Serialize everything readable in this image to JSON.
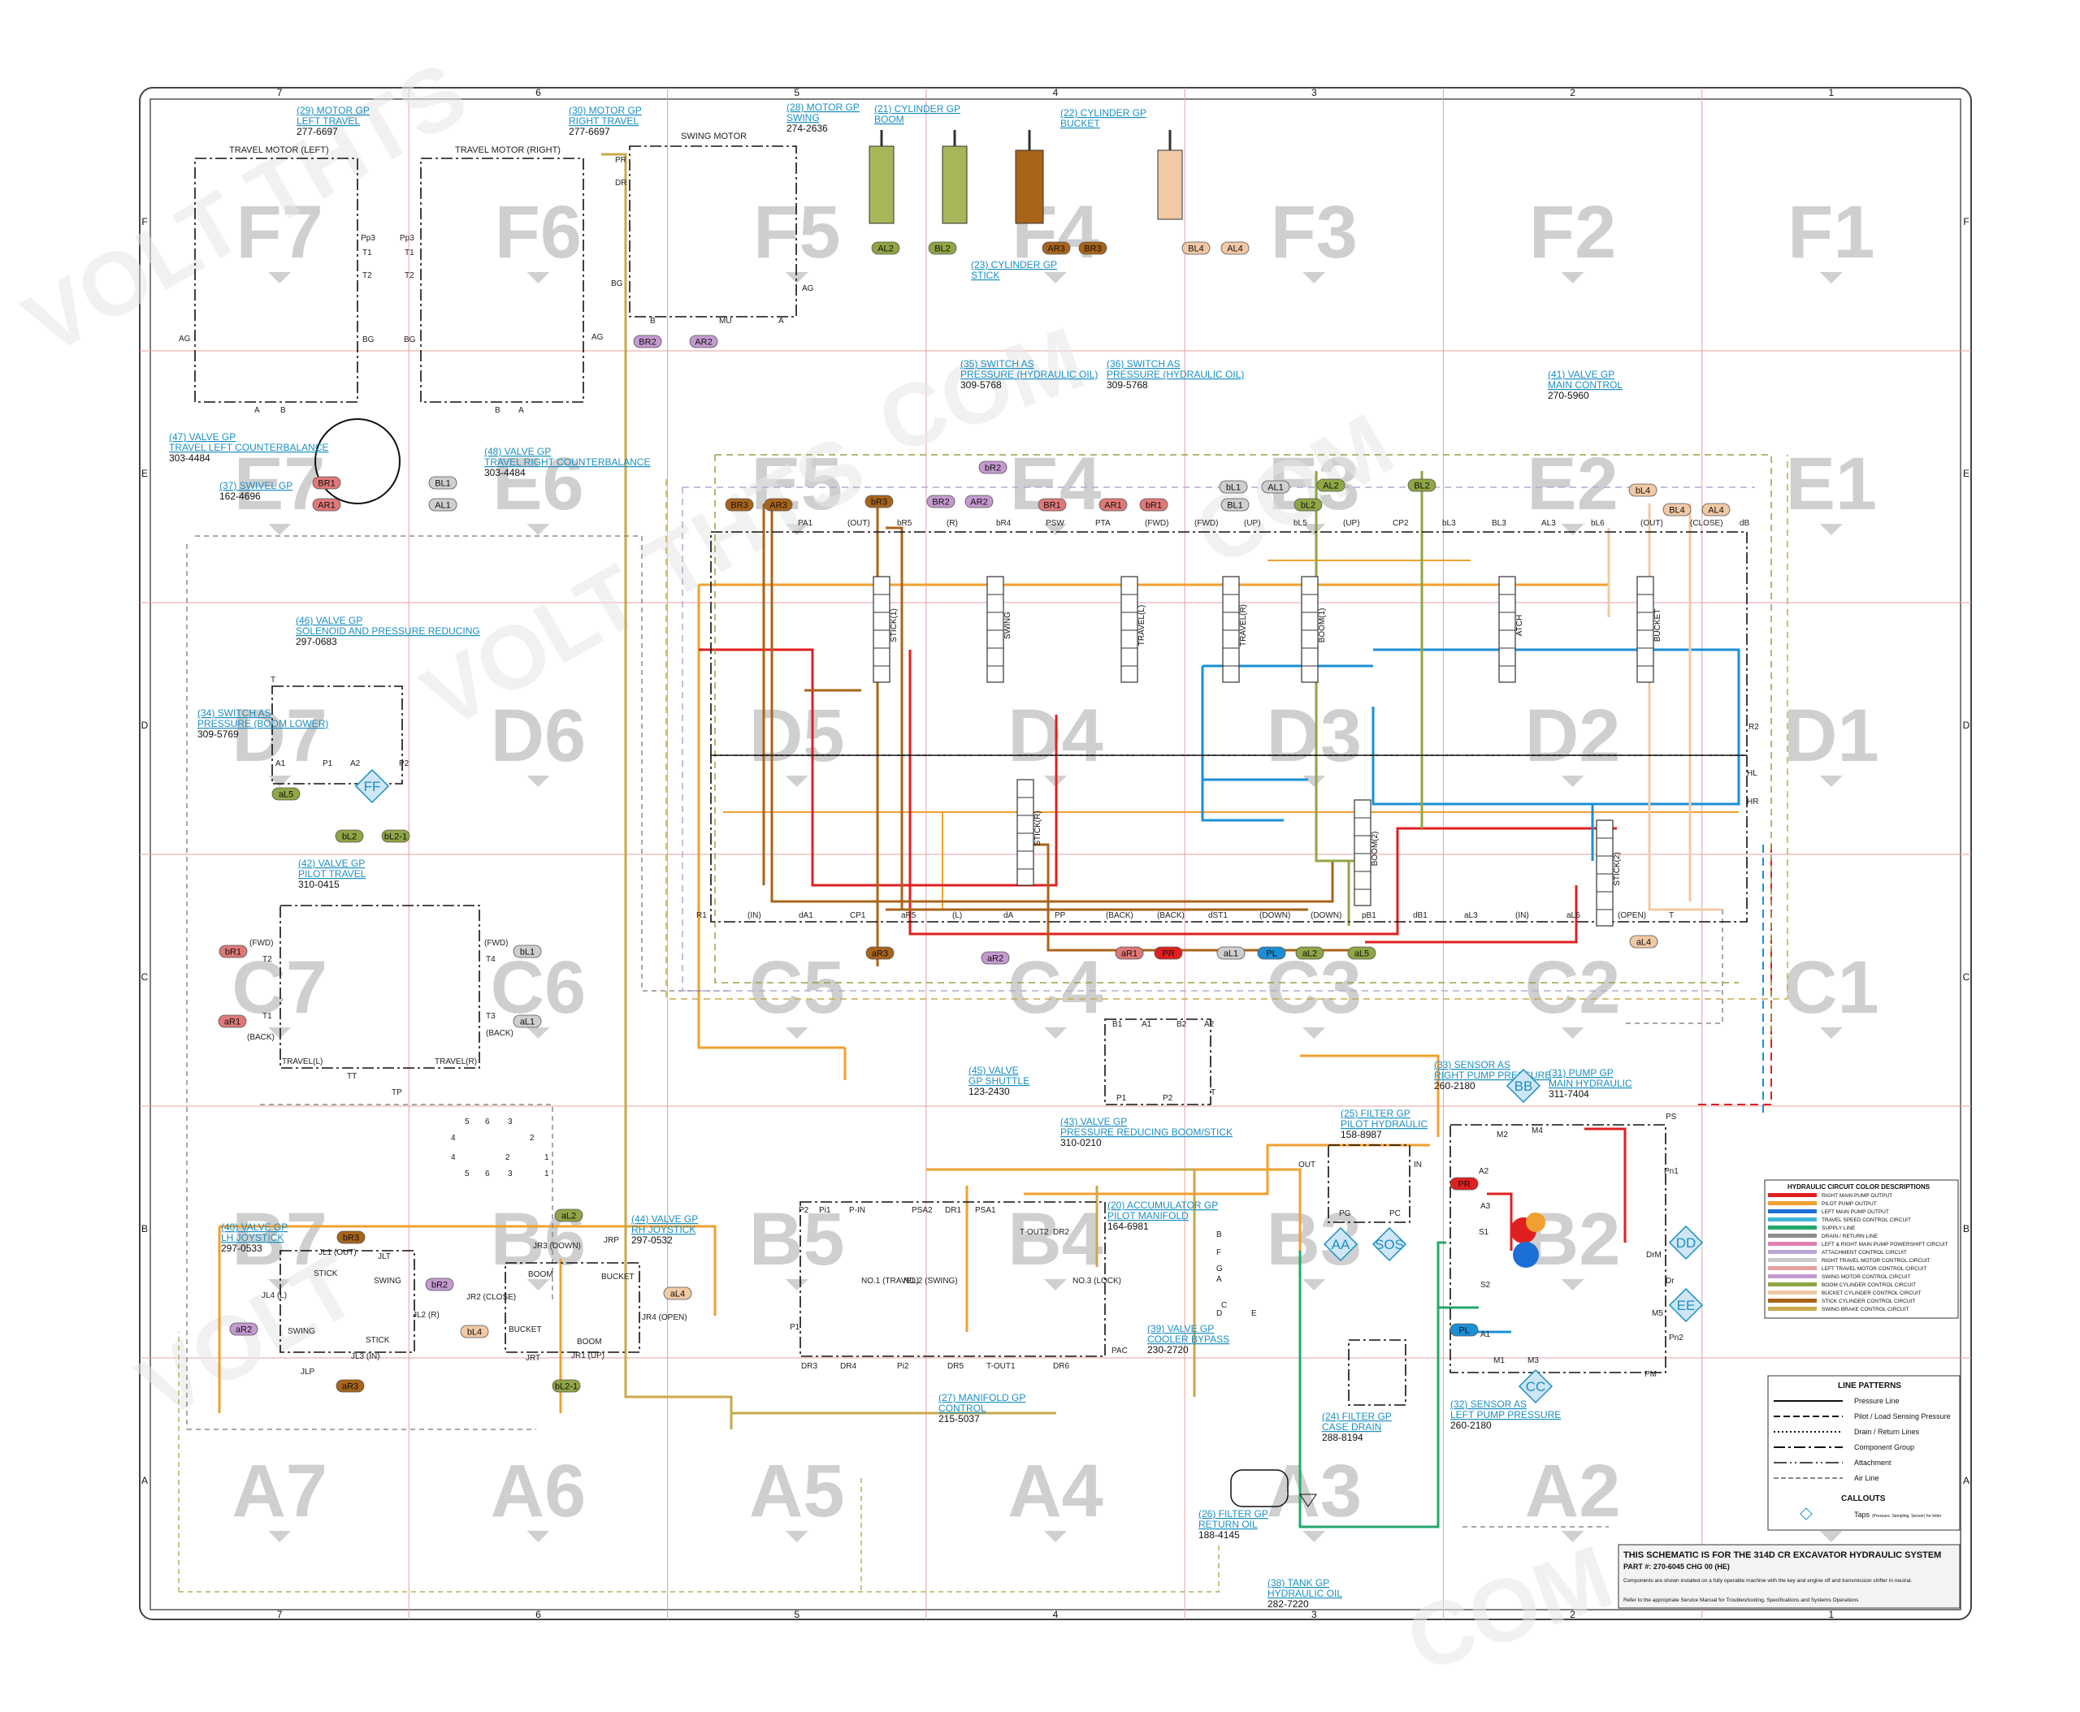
{
  "frame": {
    "columns": [
      "7",
      "6",
      "5",
      "4",
      "3",
      "2",
      "1"
    ],
    "rows": [
      "F",
      "E",
      "D",
      "C",
      "B",
      "A"
    ],
    "zones": [
      "F7",
      "F6",
      "F5",
      "F4",
      "F3",
      "F2",
      "F1",
      "E7",
      "E6",
      "E5",
      "E4",
      "E3",
      "E2",
      "E1",
      "D7",
      "D6",
      "D5",
      "D4",
      "D3",
      "D2",
      "D1",
      "C7",
      "C6",
      "C5",
      "C4",
      "C3",
      "C2",
      "C1",
      "B7",
      "B6",
      "B5",
      "B4",
      "B3",
      "B2",
      "B1",
      "A7",
      "A6",
      "A5",
      "A4",
      "A3",
      "A2",
      "A1"
    ]
  },
  "watermark": [
    "VOLT THTS",
    "COM",
    "VOLT THTS",
    "COM",
    "VOLT",
    "COM"
  ],
  "components": [
    {
      "ref": "(29) MOTOR GP",
      "sub": "LEFT TRAVEL",
      "pn": "277-6697"
    },
    {
      "ref": "(30) MOTOR GP",
      "sub": "RIGHT TRAVEL",
      "pn": "277-6697"
    },
    {
      "ref": "(28) MOTOR GP",
      "sub": "SWING",
      "pn": "274-2636"
    },
    {
      "ref": "(21) CYLINDER GP",
      "sub": "BOOM",
      "pn": ""
    },
    {
      "ref": "(22) CYLINDER GP",
      "sub": "BUCKET",
      "pn": ""
    },
    {
      "ref": "(23) CYLINDER GP",
      "sub": "STICK",
      "pn": ""
    },
    {
      "ref": "(35) SWITCH AS",
      "sub": "PRESSURE (HYDRAULIC OIL)",
      "pn": "309-5768"
    },
    {
      "ref": "(36) SWITCH AS",
      "sub": "PRESSURE (HYDRAULIC OIL)",
      "pn": "309-5768"
    },
    {
      "ref": "(41) VALVE GP",
      "sub": "MAIN CONTROL",
      "pn": "270-5960"
    },
    {
      "ref": "(47) VALVE GP",
      "sub": "TRAVEL LEFT COUNTERBALANCE",
      "pn": "303-4484"
    },
    {
      "ref": "(48) VALVE GP",
      "sub": "TRAVEL RIGHT COUNTERBALANCE",
      "pn": "303-4484"
    },
    {
      "ref": "(37) SWIVEL GP",
      "sub": "",
      "pn": "162-4696"
    },
    {
      "ref": "(46) VALVE GP",
      "sub": "SOLENOID AND PRESSURE REDUCING",
      "pn": "297-0683"
    },
    {
      "ref": "(34) SWITCH AS",
      "sub": "PRESSURE (BOOM LOWER)",
      "pn": "309-5769"
    },
    {
      "ref": "(42) VALVE GP",
      "sub": "PILOT TRAVEL",
      "pn": "310-0415"
    },
    {
      "ref": "(45) VALVE",
      "sub": "GP SHUTTLE",
      "pn": "123-2430"
    },
    {
      "ref": "(43) VALVE GP",
      "sub": "PRESSURE REDUCING BOOM/STICK",
      "pn": "310-0210"
    },
    {
      "ref": "(33) SENSOR AS",
      "sub": "RIGHT PUMP PRESSURE",
      "pn": "260-2180"
    },
    {
      "ref": "(31) PUMP GP",
      "sub": "MAIN HYDRAULIC",
      "pn": "311-7404"
    },
    {
      "ref": "(25) FILTER GP",
      "sub": "PILOT HYDRAULIC",
      "pn": "158-8987"
    },
    {
      "ref": "(40) VALVE GP",
      "sub": "LH JOYSTICK",
      "pn": "297-0533"
    },
    {
      "ref": "(44) VALVE GP",
      "sub": "RH JOYSTICK",
      "pn": "297-0532"
    },
    {
      "ref": "(20) ACCUMULATOR GP",
      "sub": "PILOT MANIFOLD",
      "pn": "164-6981"
    },
    {
      "ref": "(39) VALVE GP",
      "sub": "COOLER BYPASS",
      "pn": "230-2720"
    },
    {
      "ref": "(27) MANIFOLD GP",
      "sub": "CONTROL",
      "pn": "215-5037"
    },
    {
      "ref": "(24) FILTER GP",
      "sub": "CASE DRAIN",
      "pn": "288-8194"
    },
    {
      "ref": "(32) SENSOR AS",
      "sub": "LEFT PUMP PRESSURE",
      "pn": "260-2180"
    },
    {
      "ref": "(26) FILTER GP",
      "sub": "RETURN OIL",
      "pn": "188-4145"
    },
    {
      "ref": "(38) TANK GP",
      "sub": "HYDRAULIC OIL",
      "pn": "282-7220"
    }
  ],
  "tags": [
    {
      "t": "AL2",
      "c": "#8fa644"
    },
    {
      "t": "BL2",
      "c": "#8fa644"
    },
    {
      "t": "AR3",
      "c": "#a9641a"
    },
    {
      "t": "BR3",
      "c": "#a9641a"
    },
    {
      "t": "BL4",
      "c": "#f1c9a5"
    },
    {
      "t": "AL4",
      "c": "#f1c9a5"
    },
    {
      "t": "BR2",
      "c": "#c49ad0"
    },
    {
      "t": "AR2",
      "c": "#c49ad0"
    },
    {
      "t": "BR1",
      "c": "#e07878"
    },
    {
      "t": "AR1",
      "c": "#e07878"
    },
    {
      "t": "BL1",
      "c": "#cfcfcf"
    },
    {
      "t": "AL1",
      "c": "#cfcfcf"
    },
    {
      "t": "bR2",
      "c": "#c49ad0"
    },
    {
      "t": "BR3",
      "c": "#a9641a"
    },
    {
      "t": "AR3",
      "c": "#a9641a"
    },
    {
      "t": "bR3",
      "c": "#a9641a"
    },
    {
      "t": "BR2",
      "c": "#c49ad0"
    },
    {
      "t": "AR2",
      "c": "#c49ad0"
    },
    {
      "t": "BR1",
      "c": "#e07878"
    },
    {
      "t": "AR1",
      "c": "#e07878"
    },
    {
      "t": "bR1",
      "c": "#e07878"
    },
    {
      "t": "BL1",
      "c": "#cfcfcf"
    },
    {
      "t": "bL1",
      "c": "#cfcfcf"
    },
    {
      "t": "AL1",
      "c": "#cfcfcf"
    },
    {
      "t": "AL2",
      "c": "#8fa644"
    },
    {
      "t": "bL2",
      "c": "#8fa644"
    },
    {
      "t": "BL2",
      "c": "#8fa644"
    },
    {
      "t": "bL4",
      "c": "#f1c9a5"
    },
    {
      "t": "BL4",
      "c": "#f1c9a5"
    },
    {
      "t": "AL4",
      "c": "#f1c9a5"
    },
    {
      "t": "aL5",
      "c": "#8fa644"
    },
    {
      "t": "bL2",
      "c": "#8fa644"
    },
    {
      "t": "bL2-1",
      "c": "#8fa644"
    },
    {
      "t": "bR1",
      "c": "#e07878"
    },
    {
      "t": "bL1",
      "c": "#cfcfcf"
    },
    {
      "t": "aR1",
      "c": "#e07878"
    },
    {
      "t": "aL1",
      "c": "#cfcfcf"
    },
    {
      "t": "aR3",
      "c": "#a9641a"
    },
    {
      "t": "aR2",
      "c": "#c49ad0"
    },
    {
      "t": "aR1",
      "c": "#e07878"
    },
    {
      "t": "PR",
      "c": "#e02020"
    },
    {
      "t": "aL1",
      "c": "#cfcfcf"
    },
    {
      "t": "PL",
      "c": "#1b8fd6"
    },
    {
      "t": "aL2",
      "c": "#8fa644"
    },
    {
      "t": "aL5",
      "c": "#8fa644"
    },
    {
      "t": "aL4",
      "c": "#f1c9a5"
    },
    {
      "t": "bR3",
      "c": "#a9641a"
    },
    {
      "t": "aL2",
      "c": "#8fa644"
    },
    {
      "t": "bR2",
      "c": "#c49ad0"
    },
    {
      "t": "bL4",
      "c": "#f1c9a5"
    },
    {
      "t": "aR2",
      "c": "#c49ad0"
    },
    {
      "t": "aL4",
      "c": "#f1c9a5"
    },
    {
      "t": "aR3",
      "c": "#a9641a"
    },
    {
      "t": "bL2-1",
      "c": "#8fa644"
    },
    {
      "t": "PR",
      "c": "#e02020"
    },
    {
      "t": "PL",
      "c": "#1b8fd6"
    }
  ],
  "sample_taps": [
    "FF",
    "BB",
    "AA",
    "SOS",
    "DD",
    "EE",
    "CC"
  ],
  "labels": {
    "travel_motor_left": "TRAVEL MOTOR (LEFT)",
    "travel_motor_right": "TRAVEL MOTOR (RIGHT)",
    "swing_motor": "SWING MOTOR",
    "main_valve_ports_top": [
      "PA1",
      "(OUT)",
      "bR5",
      "(R)",
      "bR4",
      "PSW",
      "PTA",
      "(FWD)",
      "(FWD)",
      "(UP)",
      "bL5",
      "(UP)",
      "CP2",
      "bL3",
      "BL3",
      "AL3",
      "bL6",
      "(OUT)",
      "(CLOSE)",
      "dB"
    ],
    "main_valve_ports_bottom": [
      "R1",
      "(IN)",
      "dA1",
      "CP1",
      "aR5",
      "(L)",
      "dA",
      "PP",
      "(BACK)",
      "(BACK)",
      "dST1",
      "(DOWN)",
      "(DOWN)",
      "pB1",
      "dB1",
      "aL3",
      "(IN)",
      "aL6",
      "(OPEN)",
      "T"
    ],
    "spools": [
      "STICK(1)",
      "SWING",
      "TRAVEL(L)",
      "TRAVEL(R)",
      "BOOM(1)",
      "ATCH",
      "BUCKET",
      "STICK(R)",
      "BOOM(2)",
      "STICK(2)"
    ],
    "right_ports": [
      "R2",
      "HL",
      "HR"
    ],
    "motor_ports": [
      "Pp3",
      "T1",
      "T2",
      "AG",
      "BG",
      "A",
      "B",
      "Pp3",
      "T1",
      "T2",
      "BG",
      "AG",
      "B",
      "A",
      "PR",
      "DR",
      "BG",
      "AG",
      "B",
      "MU",
      "A"
    ],
    "joystick_left": [
      "JL1 (OUT)",
      "JLT",
      "STICK",
      "SWING",
      "JL4 (L)",
      "SWING",
      "JL2 (R)",
      "STICK",
      "JL3 (IN)",
      "JLP"
    ],
    "joystick_right": [
      "JR3 (DOWN)",
      "JRP",
      "BOOM",
      "BUCKET",
      "JR2 (CLOSE)",
      "BUCKET",
      "JR4 (OPEN)",
      "BOOM",
      "JR1 (UP)",
      "JRT"
    ],
    "pilot_travel": [
      "(FWD)",
      "T2",
      "(FWD)",
      "T4",
      "T1",
      "T3",
      "(BACK)",
      "(BACK)",
      "TRAVEL(L)",
      "TRAVEL(R)",
      "TT",
      "TP"
    ],
    "solenoid_valve": [
      "T",
      "A1",
      "P1",
      "A2",
      "P2"
    ],
    "manifold": [
      "P2",
      "Pi1",
      "P-IN",
      "PSA2",
      "DR1",
      "PSA1",
      "T-OUT2",
      "DR2",
      "NO.1 (TRAVEL)",
      "NO.2 (SWING)",
      "NO.3 (LOCK)",
      "P1",
      "DR3",
      "DR4",
      "Pi2",
      "DR5",
      "T-OUT1",
      "DR6",
      "PAC"
    ],
    "pressure_reducing": [
      "B1",
      "A1",
      "B2",
      "A2",
      "P1",
      "P2",
      "T"
    ],
    "accumulator": [
      "B",
      "F",
      "G",
      "A",
      "C",
      "D",
      "E"
    ],
    "pump": [
      "M2",
      "M4",
      "PS",
      "A2",
      "A3",
      "S1",
      "S2",
      "A1",
      "M1",
      "M3",
      "Pn1",
      "DrM",
      "Dr",
      "M5",
      "Pn2",
      "PM"
    ],
    "filter_pilot": [
      "OUT",
      "IN",
      "PG",
      "PC"
    ],
    "connector_block": [
      "5",
      "6",
      "3",
      "4",
      "2",
      "1",
      "5",
      "6",
      "3",
      "4",
      "2",
      "1"
    ]
  },
  "legend": {
    "title": "HYDRAULIC CIRCUIT COLOR DESCRIPTIONS",
    "items": [
      {
        "name": "RIGHT MAIN PUMP OUTPUT",
        "color": "#e02020"
      },
      {
        "name": "PILOT PUMP OUTPUT",
        "color": "#f0a030"
      },
      {
        "name": "LEFT MAIN PUMP OUTPUT",
        "color": "#1b6fd6"
      },
      {
        "name": "TRAVEL SPEED CONTROL CIRCUIT",
        "color": "#3fb6d8"
      },
      {
        "name": "SUPPLY LINE",
        "color": "#23a86b"
      },
      {
        "name": "DRAIN / RETURN LINE",
        "color": "#8c8c8c"
      },
      {
        "name": "LEFT & RIGHT MAIN PUMP POWERSHIFT CIRCUIT",
        "color": "#e080b0"
      },
      {
        "name": "ATTACHMENT CONTROL CIRCUIT",
        "color": "#b9a7d3"
      },
      {
        "name": "RIGHT TRAVEL MOTOR CONTROL CIRCUIT",
        "color": "#c8c8c8"
      },
      {
        "name": "LEFT TRAVEL MOTOR CONTROL CIRCUIT",
        "color": "#e6a0a0"
      },
      {
        "name": "SWING MOTOR CONTROL CIRCUIT",
        "color": "#c49ad0"
      },
      {
        "name": "BOOM CYLINDER CONTROL CIRCUIT",
        "color": "#8fa644"
      },
      {
        "name": "BUCKET CYLINDER CONTROL CIRCUIT",
        "color": "#f1c9a5"
      },
      {
        "name": "STICK CYLINDER CONTROL CIRCUIT",
        "color": "#a9641a"
      },
      {
        "name": "SWING BRAKE CONTROL CIRCUIT",
        "color": "#c9a94a"
      }
    ]
  },
  "line_patterns": {
    "title": "LINE PATTERNS",
    "items": [
      "Pressure Line",
      "Pilot / Load Sensing Pressure",
      "Drain / Return Lines",
      "Component Group",
      "Attachment",
      "Air Line"
    ],
    "callouts_title": "CALLOUTS",
    "taps": "Taps",
    "taps_note": "(Pressure, Sampling, Sensor) for letter"
  },
  "title_block": {
    "line1": "THIS SCHEMATIC IS FOR THE 314D CR EXCAVATOR HYDRAULIC SYSTEM",
    "line2": "PART #: 270-6045 CHG 00 (HE)",
    "note1": "Components are shown installed on a fully operable machine with the key and engine off and transmission shifter in neutral.",
    "note2": "Refer to the appropriate Service Manual for Troubleshooting, Specifications and Systems Operations"
  },
  "colors": {
    "pressure_right": "#e02020",
    "pilot": "#f0a030",
    "pressure_left": "#1b6fd6",
    "travel_speed": "#3fb6d8",
    "supply": "#23a86b",
    "drain": "#8c8c8c",
    "boom": "#8fa644",
    "stick": "#a9641a",
    "bucket": "#f1c9a5",
    "swing": "#c49ad0",
    "travel_left": "#e6a0a0",
    "travel_right": "#c8c8c8",
    "brake": "#c9a94a",
    "link": "#1a8fc4"
  }
}
